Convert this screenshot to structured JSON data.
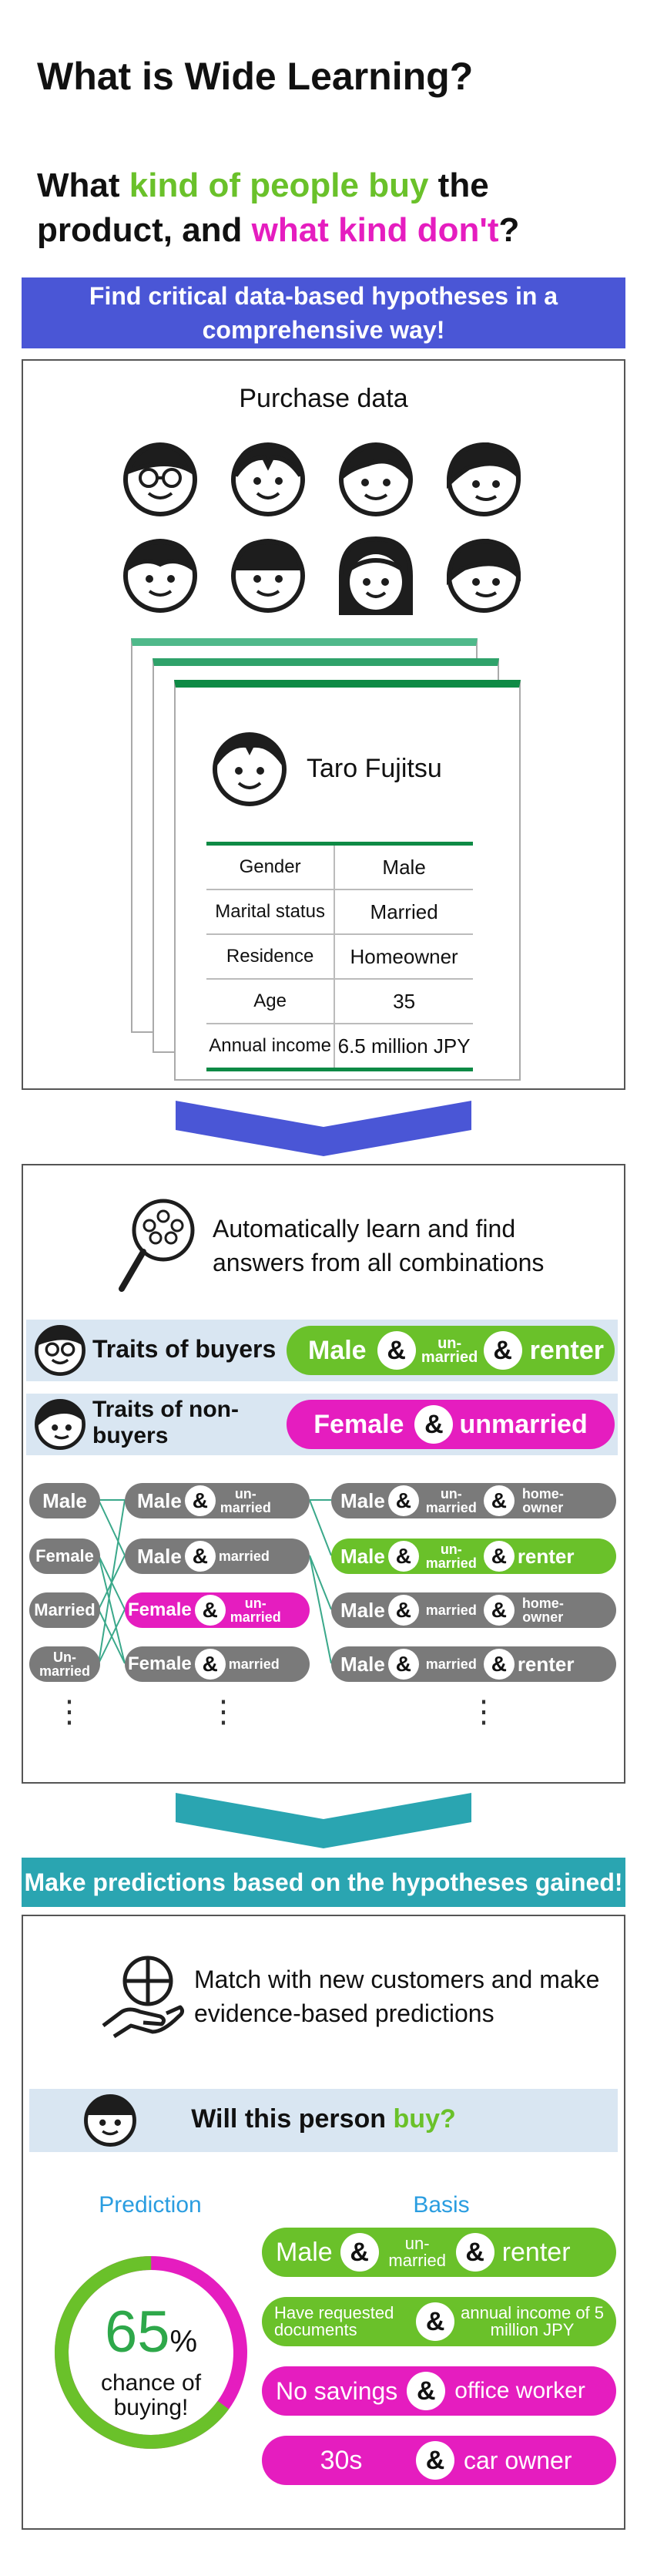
{
  "title": "What is Wide Learning?",
  "question": {
    "p1": "What ",
    "p2": "kind of people buy",
    "p3": " the product, and ",
    "p4": "what kind don't",
    "p5": "?"
  },
  "banner1": "Find critical data-based hypotheses in a comprehensive way!",
  "purchase": {
    "title": "Purchase data",
    "card_name": "Taro Fujitsu",
    "rows": [
      {
        "k": "Gender",
        "v": "Male"
      },
      {
        "k": "Marital status",
        "v": "Married"
      },
      {
        "k": "Residence",
        "v": "Homeowner"
      },
      {
        "k": "Age",
        "v": "35"
      },
      {
        "k": "Annual income",
        "v": "6.5 million JPY"
      }
    ]
  },
  "learn": {
    "text": "Automatically learn and find answers from all combinations",
    "buyers_label": "Traits of buyers",
    "nonbuyers_label": "Traits of non-buyers",
    "buyers": {
      "a": "Male",
      "b": "un-married",
      "c": "renter"
    },
    "nonbuyers": {
      "a": "Female",
      "b": "unmarried"
    },
    "col1": [
      "Male",
      "Female",
      "Married",
      "Un-married"
    ],
    "col2": [
      {
        "a": "Male",
        "b": "un-married"
      },
      {
        "a": "Male",
        "b": "married"
      },
      {
        "a": "Female",
        "b": "un-married"
      },
      {
        "a": "Female",
        "b": "married"
      }
    ],
    "col3": [
      {
        "a": "Male",
        "b": "un-married",
        "c": "home-owner"
      },
      {
        "a": "Male",
        "b": "un-married",
        "c": "renter"
      },
      {
        "a": "Male",
        "b": "married",
        "c": "home-owner"
      },
      {
        "a": "Male",
        "b": "married",
        "c": "renter"
      }
    ],
    "ellipsis": "⋮"
  },
  "banner2": "Make predictions based on the hypotheses gained!",
  "predict": {
    "text": "Match with new customers and make evidence-based predictions",
    "question_a": "Will this person ",
    "question_b": "buy?",
    "prediction_label": "Prediction",
    "basis_label": "Basis",
    "percent": "65",
    "percent_sign": "%",
    "chance": "chance of buying!",
    "percent_value": 0.65,
    "basis": [
      {
        "a": "Male",
        "b": "un-married",
        "c": "renter"
      },
      {
        "a": "Have requested documents",
        "c": "annual income of 5 million JPY"
      },
      {
        "a": "No savings",
        "c": "office worker"
      },
      {
        "a": "30s",
        "c": "car owner"
      }
    ],
    "amp": "&"
  },
  "colors": {
    "green": "#6ac12a",
    "magenta": "#e51dbf",
    "blue": "#4a56d6",
    "teal": "#2aa5b1",
    "gray": "#7a7a7a"
  }
}
